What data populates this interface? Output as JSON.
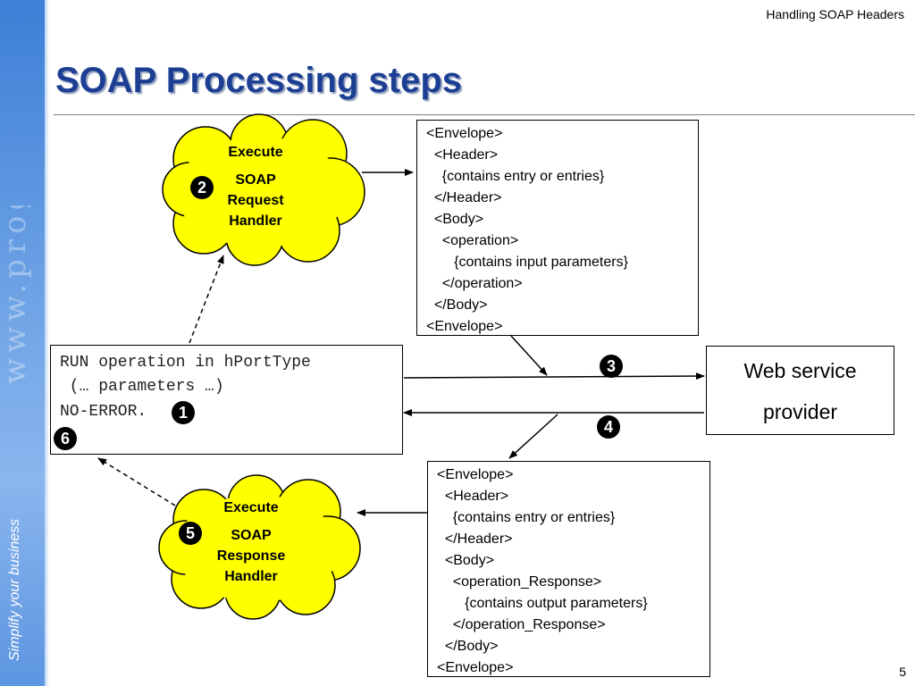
{
  "header": {
    "label": "Handling SOAP Headers",
    "title": "SOAP Processing steps"
  },
  "sidebar": {
    "slogan": "Simplify your business",
    "watermark": "www.progress"
  },
  "clouds": {
    "request": {
      "line1": "Execute",
      "line2": "SOAP",
      "line3": "Request",
      "line4": "Handler"
    },
    "response": {
      "line1": "Execute",
      "line2": "SOAP",
      "line3": "Response",
      "line4": "Handler"
    }
  },
  "steps": {
    "s1": "1",
    "s2": "2",
    "s3": "3",
    "s4": "4",
    "s5": "5",
    "s6": "6"
  },
  "request_envelope": [
    "<Envelope>",
    "  <Header>",
    "    {contains entry or entries}",
    "  </Header>",
    "  <Body>",
    "    <operation>",
    "       {contains input parameters}",
    "    </operation>",
    "  </Body>",
    "<Envelope>"
  ],
  "response_envelope": [
    "<Envelope>",
    "  <Header>",
    "    {contains entry or entries}",
    "  </Header>",
    "  <Body>",
    "    <operation_Response>",
    "       {contains output parameters}",
    "    </operation_Response>",
    "  </Body>",
    "<Envelope>"
  ],
  "code": {
    "line1": "RUN operation in hPortType",
    "line2": " (… parameters …)",
    "line3": "NO-ERROR."
  },
  "provider": {
    "line1": "Web service",
    "line2": "provider"
  },
  "footer": {
    "page_number": "5"
  },
  "colors": {
    "title": "#1c3f94",
    "cloud_fill": "#ffff00",
    "sidebar": "#5c95e0"
  }
}
